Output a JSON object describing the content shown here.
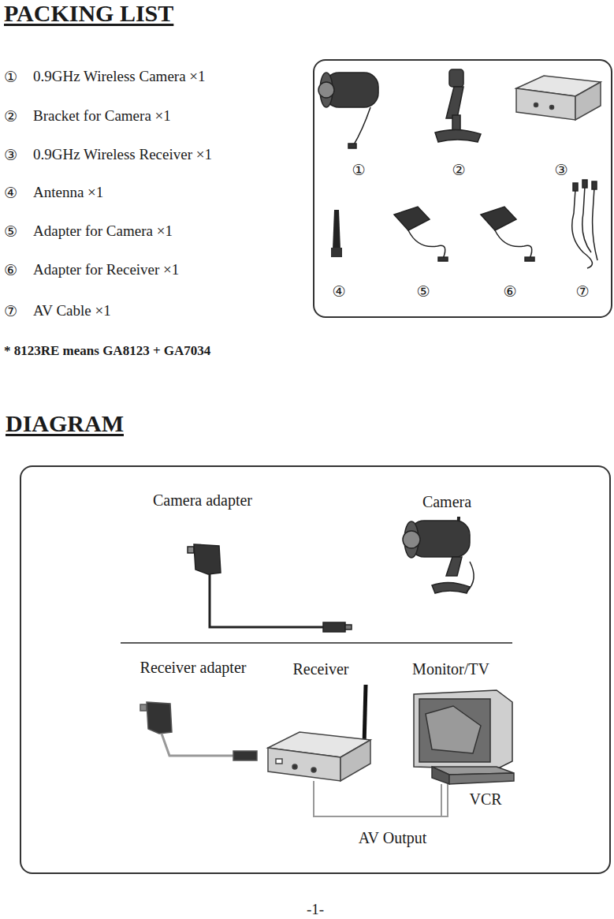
{
  "diagram": {
    "title": "PACKING LIST",
    "nodes": [
      {
        "text": [
          "①",
          "②",
          "③",
          "④",
          "⑤",
          "⑥",
          "⑦"
        ]
      },
      {
        "text": [
          "DIAGRAM",
          "Camera adapter",
          "Camera",
          "Receiver adapter",
          "Receiver",
          "Monitor/TV",
          "VCR",
          "AV Output"
        ]
      }
    ],
    "labels": [
      "①",
      "0.9GHz Wireless Camera ×1",
      "②",
      "Bracket for Camera ×1",
      "③",
      "0.9GHz Wireless Receiver ×1",
      "④",
      "Antenna ×1",
      "⑤",
      "Adapter for Camera ×1",
      "⑥",
      "Adapter for Receiver ×1",
      "⑦",
      "AV Cable ×1",
      "* 8123RE means GA8123 + GA7034",
      "-1-"
    ]
  }
}
